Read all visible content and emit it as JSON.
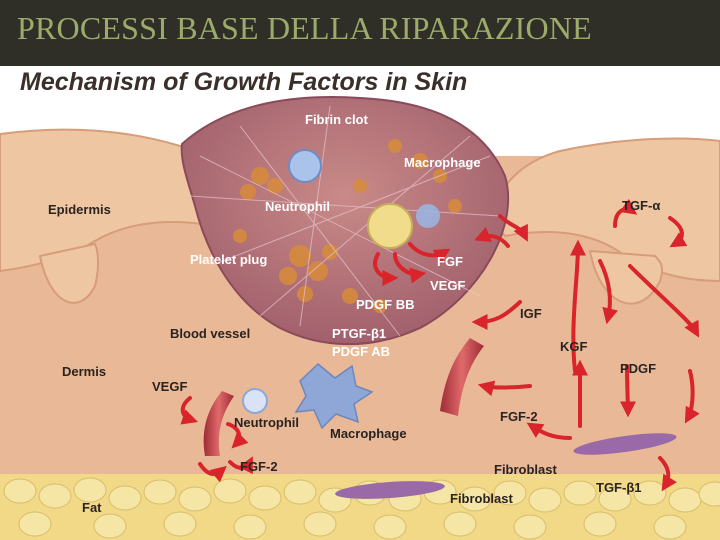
{
  "slide": {
    "title": "PROCESSI BASE DELLA RIPARAZIONE"
  },
  "figure": {
    "title": "Mechanism of Growth Factors in Skin",
    "labels": {
      "fibrin_clot": "Fibrin clot",
      "macrophage_top": "Macrophage",
      "epidermis": "Epidermis",
      "neutrophil_top": "Neutrophil",
      "tgf_alpha": "TGF-α",
      "platelet_plug": "Platelet plug",
      "fgf_top": "FGF",
      "vegf_top": "VEGF",
      "pdgf_bb": "PDGF BB",
      "igf": "IGF",
      "blood_vessel": "Blood vessel",
      "ptgf_b1": "PTGF-β1",
      "pdgf_ab": "PDGF AB",
      "kgf": "KGF",
      "dermis": "Dermis",
      "pdgf_right": "PDGF",
      "vegf_left": "VEGF",
      "neutrophil_bottom": "Neutrophil",
      "macrophage_bottom": "Macrophage",
      "fgf2_right": "FGF-2",
      "fgf2_bottom": "FGF-2",
      "fibroblast_right": "Fibroblast",
      "tgf_b1": "TGF-β1",
      "fat": "Fat",
      "fibroblast_bottom": "Fibroblast"
    },
    "colors": {
      "title_bar": "#2f2f27",
      "title_text": "#9caa6a",
      "dermis": "#e9b997",
      "epidermis": "#eec7a2",
      "wound": "#b9747c",
      "fat": "#f1d988",
      "vessel": "#c0404a",
      "arrow": "#d8242a",
      "cell_blue": "#8fa7d6",
      "fibroblast": "#9a6aa8"
    }
  }
}
